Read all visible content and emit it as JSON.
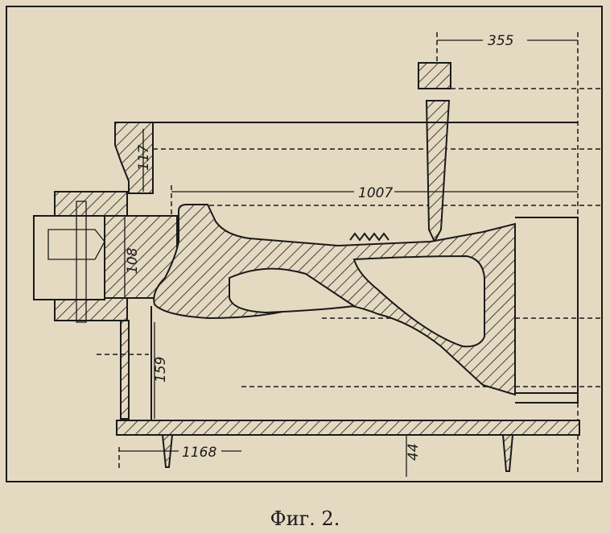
{
  "figure": {
    "caption": "Фиг. 2.",
    "dimensions": {
      "d355": "355",
      "d117": "117",
      "d1007": "1007",
      "d108": "108",
      "d159": "159",
      "d1168": "1168",
      "d44": "44"
    },
    "colors": {
      "paper": "#e4dac2",
      "ink": "#1a1a1a"
    }
  }
}
